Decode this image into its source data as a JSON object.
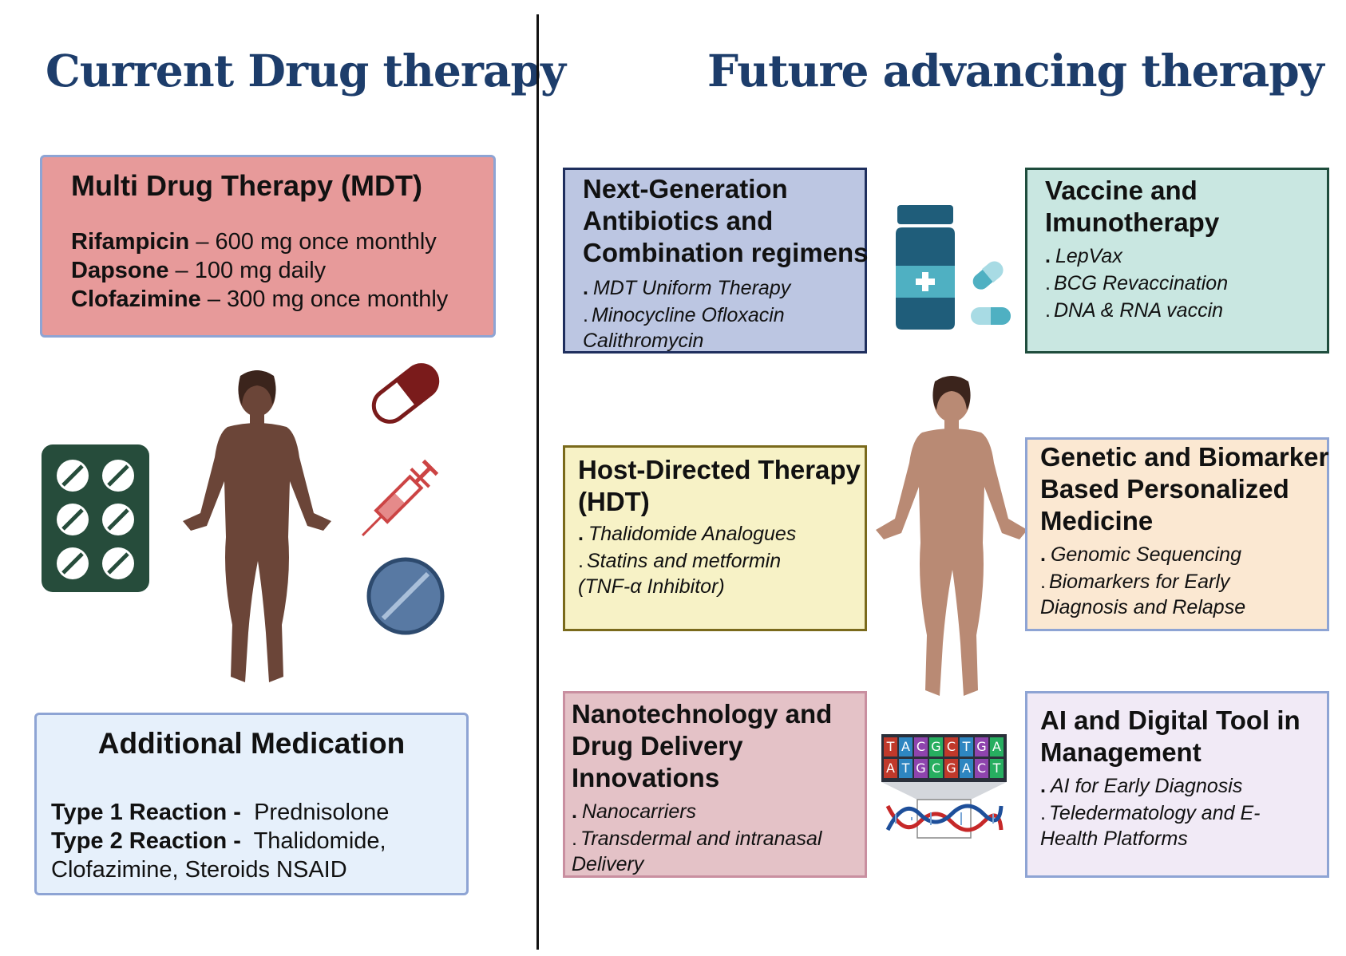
{
  "headings": {
    "current": "Current Drug therapy",
    "future": "Future advancing therapy"
  },
  "mdt": {
    "title": "Multi Drug Therapy (MDT)",
    "drugs": [
      {
        "name": "Rifampicin",
        "dose": "– 600 mg once monthly"
      },
      {
        "name": "Dapsone",
        "dose": "– 100 mg daily"
      },
      {
        "name": "Clofazimine",
        "dose": "– 300 mg once monthly"
      }
    ]
  },
  "additional": {
    "title": "Additional Medication",
    "reactions": [
      {
        "label": "Type 1 Reaction -",
        "text": "Prednisolone"
      },
      {
        "label": "Type 2 Reaction -",
        "text": "Thalidomide,"
      }
    ],
    "continuation": "Clofazimine, Steroids NSAID"
  },
  "antibiotics": {
    "title_lines": [
      "Next-Generation",
      "Antibiotics and",
      "Combination regimens"
    ],
    "items": [
      "MDT Uniform Therapy",
      "Minocycline Ofloxacin",
      "Calithromycin"
    ]
  },
  "vaccine": {
    "title_lines": [
      "Vaccine and",
      "Imunotherapy"
    ],
    "items": [
      "LepVax",
      "BCG Revaccination",
      "DNA & RNA vaccin"
    ]
  },
  "hdt": {
    "title_lines": [
      "Host-Directed Therapy",
      "(HDT)"
    ],
    "items": [
      "Thalidomide Analogues",
      "Statins and metformin",
      "(TNF-α Inhibitor)"
    ]
  },
  "genetic": {
    "title_lines": [
      "Genetic and Biomarker",
      "Based Personalized",
      "Medicine"
    ],
    "items": [
      "Genomic Sequencing",
      "Biomarkers for Early",
      "Diagnosis and Relapse"
    ]
  },
  "nano": {
    "title_lines": [
      "Nanotechnology and",
      "Drug Delivery",
      "Innovations"
    ],
    "items": [
      "Nanocarriers",
      "Transdermal and intranasal",
      "Delivery"
    ]
  },
  "ai": {
    "title_lines": [
      "AI and Digital Tool in",
      "Management"
    ],
    "items": [
      "AI for Early Diagnosis",
      "Teledermatology and E-",
      "Health Platforms"
    ]
  },
  "dna_letters": {
    "top": [
      "T",
      "A",
      "C",
      "G",
      "C",
      "T",
      "G",
      "A"
    ],
    "bottom": [
      "A",
      "T",
      "G",
      "C",
      "G",
      "A",
      "C",
      "T"
    ]
  },
  "colors": {
    "heading": "#1d3d6b",
    "mdt_bg": "#e79a9a",
    "additional_bg": "#e6f0fb",
    "antibiotics_bg": "#bcc6e2",
    "vaccine_bg": "#c9e7e1",
    "hdt_bg": "#f7f2c6",
    "genetic_bg": "#fbe8d2",
    "nano_bg": "#e4c2c7",
    "ai_bg": "#f1eaf6",
    "blister": "#264c3b",
    "bottle": "#1f5d7a"
  }
}
